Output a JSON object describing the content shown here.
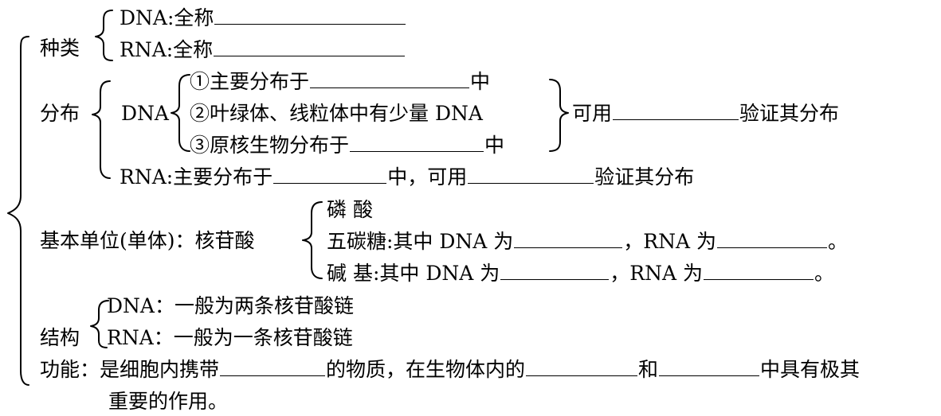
{
  "types": {
    "label": "种类",
    "dna_line": "DNA:全称",
    "rna_line": "RNA:全称"
  },
  "distribution": {
    "label": "分布",
    "dna_label": "DNA",
    "item1_prefix": "①主要分布于",
    "item1_suffix": "中",
    "item2": "②叶绿体、线粒体中有少量 DNA",
    "item3_prefix": "③原核生物分布于",
    "item3_suffix": "中",
    "verify_prefix": "可用",
    "verify_suffix": "验证其分布",
    "rna_prefix": "RNA:主要分布于",
    "rna_middle": "中，可用",
    "rna_suffix": "验证其分布"
  },
  "unit": {
    "label": "基本单位(单体)：核苷酸",
    "phosphate": "磷 酸",
    "sugar_prefix": "五碳糖:其中 DNA 为",
    "sugar_middle": "，RNA 为",
    "sugar_suffix": "。",
    "base_prefix": "碱 基:其中 DNA 为",
    "base_middle": "，RNA 为",
    "base_suffix": "。"
  },
  "structure": {
    "label": "结构",
    "dna_line": "DNA：一般为两条核苷酸链",
    "rna_line": "RNA：一般为一条核苷酸链"
  },
  "function": {
    "prefix": "功能：是细胞内携带",
    "middle1": "的物质，在生物体内的",
    "middle2": "和",
    "suffix": "中具有极其",
    "line2": "重要的作用。"
  }
}
